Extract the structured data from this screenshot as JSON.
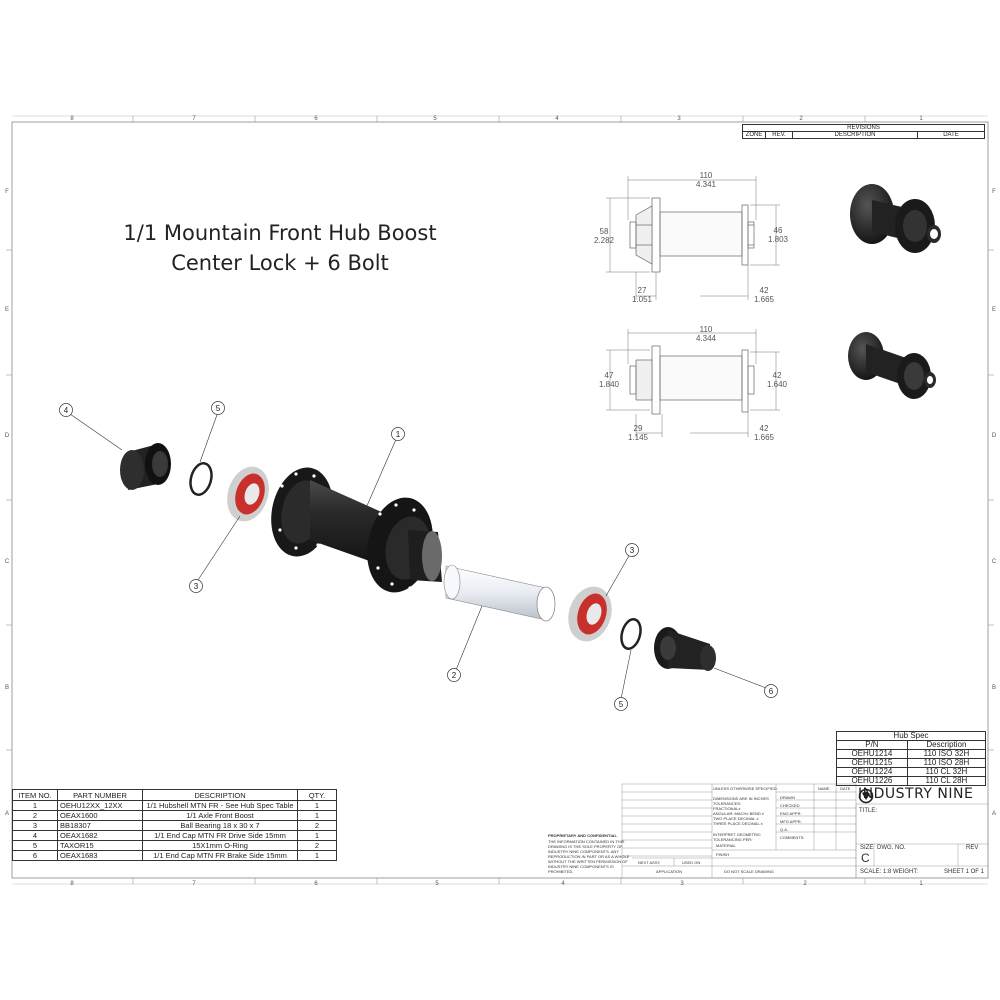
{
  "title": {
    "line1": "1/1 Mountain Front Hub Boost",
    "line2": "Center Lock + 6 Bolt"
  },
  "zones": {
    "columns": [
      "8",
      "7",
      "6",
      "5",
      "4",
      "3",
      "2",
      "1"
    ],
    "rows": [
      "F",
      "E",
      "D",
      "C",
      "B",
      "A"
    ]
  },
  "revisions": {
    "title": "REVISIONS",
    "headers": [
      "ZONE",
      "REV.",
      "DESCRIPTION",
      "DATE"
    ]
  },
  "dimensions": {
    "top_width_mm": "110",
    "top_width_in": "4.341",
    "top_left_h_mm": "58",
    "top_left_h_in": "2.282",
    "top_right_h_mm": "46",
    "top_right_h_in": "1.803",
    "top_left_off_mm": "27",
    "top_left_off_in": "1.051",
    "top_right_off_mm": "42",
    "top_right_off_in": "1.665",
    "bot_width_mm": "110",
    "bot_width_in": "4.344",
    "bot_left_h_mm": "47",
    "bot_left_h_in": "1.840",
    "bot_right_h_mm": "42",
    "bot_right_h_in": "1.640",
    "bot_left_off_mm": "29",
    "bot_left_off_in": "1.145",
    "bot_right_off_mm": "42",
    "bot_right_off_in": "1.665"
  },
  "balloons": [
    "4",
    "5",
    "3",
    "1",
    "2",
    "3",
    "5",
    "6"
  ],
  "bom": {
    "headers": [
      "ITEM NO.",
      "PART NUMBER",
      "DESCRIPTION",
      "QTY."
    ],
    "rows": [
      [
        "1",
        "OEHU12XX_12XX",
        "1/1 Hubshell MTN FR - See Hub Spec Table",
        "1"
      ],
      [
        "2",
        "OEAX1600",
        "1/1 Axle Front Boost",
        "1"
      ],
      [
        "3",
        "BB18307",
        "Ball Bearing 18 x 30 x 7",
        "2"
      ],
      [
        "4",
        "OEAX1682",
        "1/1 End Cap MTN FR Drive Side 15mm",
        "1"
      ],
      [
        "5",
        "TAXOR15",
        "15X1mm O-Ring",
        "2"
      ],
      [
        "6",
        "OEAX1683",
        "1/1 End Cap MTN FR Brake Side 15mm",
        "1"
      ]
    ]
  },
  "hub_spec": {
    "title": "Hub Spec",
    "headers": [
      "P/N",
      "Description"
    ],
    "rows": [
      [
        "OEHU1214",
        "110 ISO 32H"
      ],
      [
        "OEHU1215",
        "110 ISO 28H"
      ],
      [
        "OEHU1224",
        "110 CL 32H"
      ],
      [
        "OEHU1226",
        "110 CL 28H"
      ]
    ]
  },
  "title_block": {
    "unless": "UNLESS OTHERWISE SPECIFIED:",
    "dims_inches": "DIMENSIONS ARE IN INCHES",
    "tolerances": "TOLERANCES:",
    "fractional": "FRACTIONAL±",
    "angular": "ANGULAR: MACH±   BEND ±",
    "two_place": "TWO PLACE DECIMAL   ±",
    "three_place": "THREE PLACE DECIMAL   ±",
    "interpret": "INTERPRET GEOMETRIC",
    "tolerancing": "TOLERANCING PER:",
    "material": "MATERIAL",
    "finish": "FINISH",
    "do_not_scale": "DO NOT SCALE DRAWING",
    "name": "NAME",
    "date": "DATE",
    "drawn": "DRAWN",
    "checked": "CHECKED",
    "eng_appr": "ENG APPR.",
    "mfg_appr": "MFG APPR.",
    "qa": "Q.A.",
    "comments": "COMMENTS:",
    "proprietary": "PROPRIETARY AND CONFIDENTIAL",
    "prop_text_1": "THE INFORMATION CONTAINED IN THIS",
    "prop_text_2": "DRAWING IS THE SOLE PROPERTY OF",
    "prop_text_3": "INDUSTRY NINE COMPONENTS. ANY",
    "prop_text_4": "REPRODUCTION IN PART OR AS A WHOLE",
    "prop_text_5": "WITHOUT THE WRITTEN PERMISSION OF",
    "prop_text_6": "INDUSTRY NINE COMPONENTS IS",
    "prop_text_7": "PROHIBITED.",
    "next_assy": "NEXT ASSY",
    "used_on": "USED ON",
    "application": "APPLICATION",
    "brand": "INDUSTRY NINE",
    "title_label": "TITLE:",
    "size_label": "SIZE",
    "size_value": "C",
    "dwg_no": "DWG.  NO.",
    "rev_label": "REV",
    "scale": "SCALE: 1:8  WEIGHT:",
    "sheet": "SHEET 1 OF 1"
  },
  "colors": {
    "line": "#333333",
    "seal_red": "#c8302c",
    "part_dark": "#1e1e1e",
    "axle": "#eef1f5"
  }
}
